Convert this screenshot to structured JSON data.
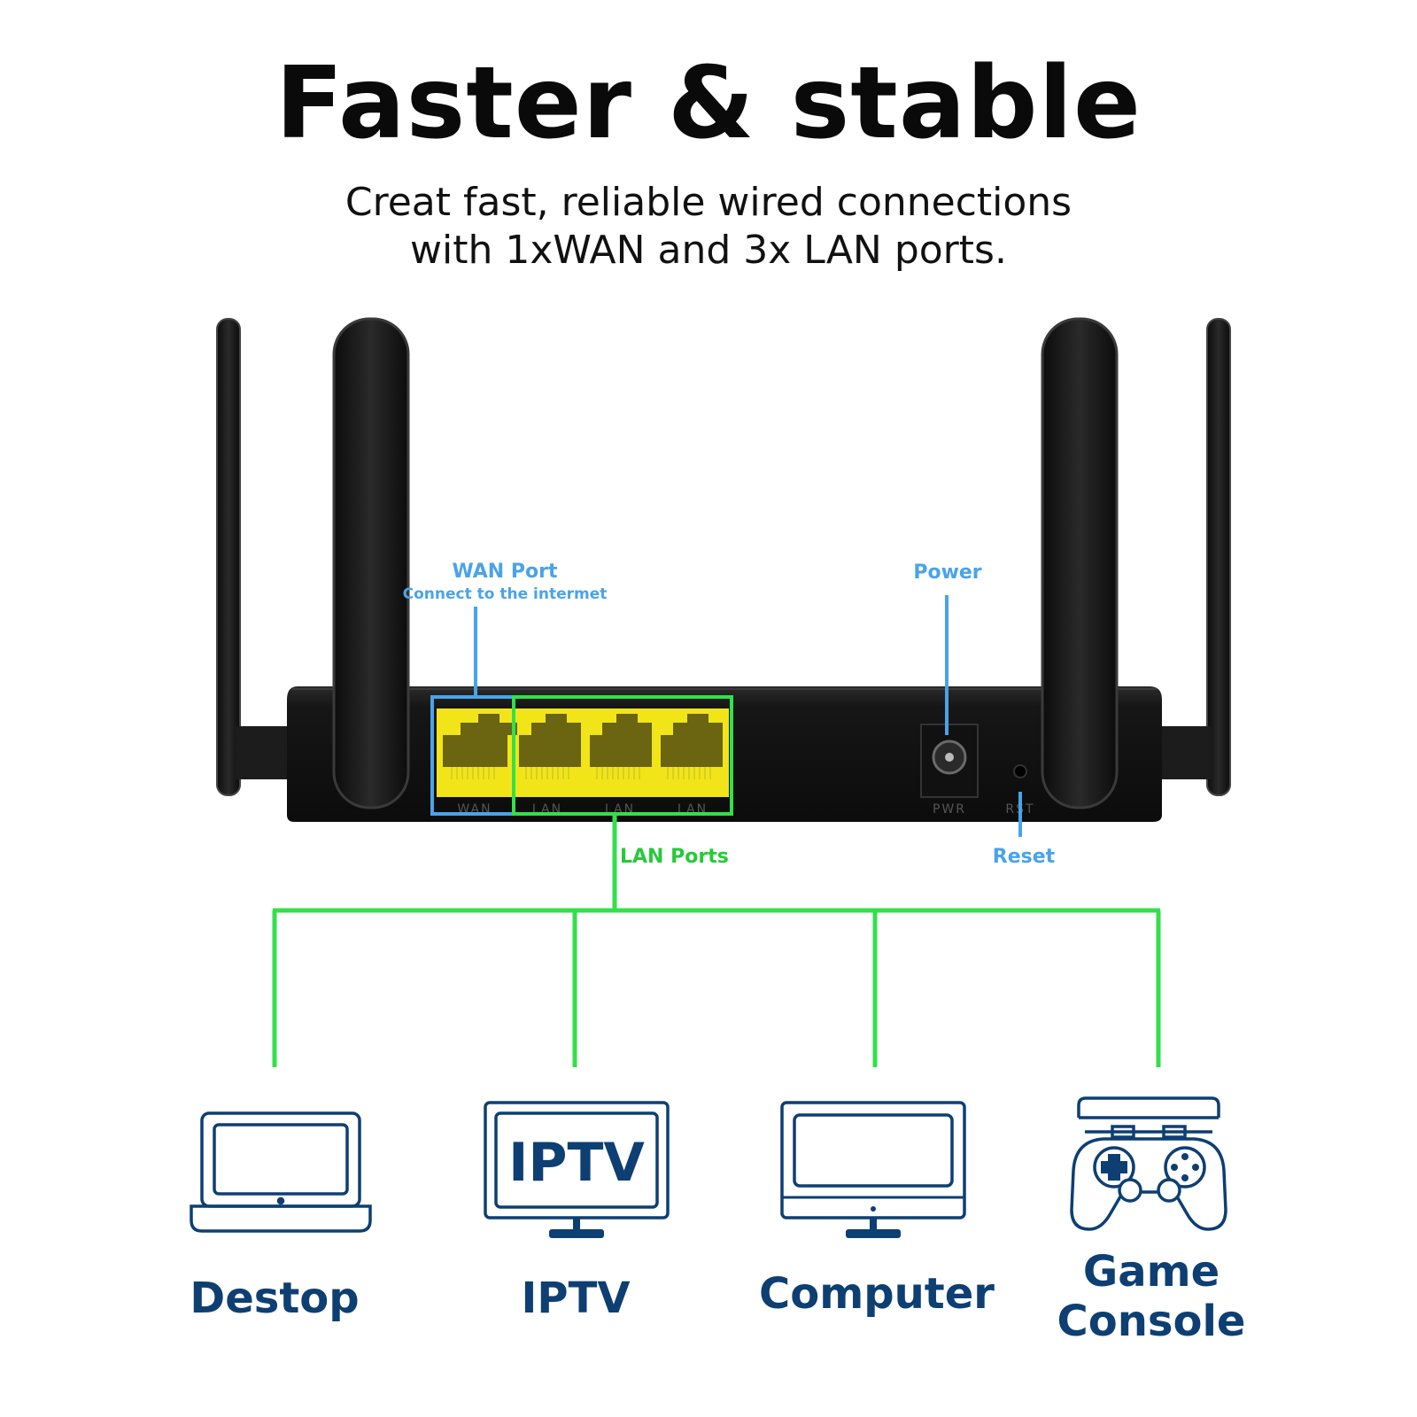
{
  "title": "Faster & stable",
  "subtitle": {
    "line1": "Creat fast, reliable wired connections",
    "line2": "with 1xWAN and 3x LAN ports."
  },
  "router": {
    "port_labels": [
      "WAN",
      "LAN",
      "LAN",
      "LAN"
    ],
    "power_port_label": "PWR",
    "reset_label": "RST"
  },
  "callouts": {
    "wan_title": "WAN Port",
    "wan_subtitle": "Connect to the intermet",
    "power": "Power",
    "lan": "LAN Ports",
    "reset": "Reset"
  },
  "devices": [
    {
      "label": "Destop",
      "icon": "laptop-icon"
    },
    {
      "label": "IPTV",
      "icon": "tv-icon",
      "screen_text": "IPTV"
    },
    {
      "label": "Computer",
      "icon": "monitor-icon"
    },
    {
      "label_line1": "Game",
      "label_line2": "Console",
      "icon": "gamepad-icon"
    }
  ],
  "colors": {
    "wan_blue": "#4aa3e8",
    "lan_green": "#33e04a",
    "port_yellow": "#f1e51a",
    "router_body": "#1a1a1a",
    "device_navy": "#0d3f73"
  }
}
